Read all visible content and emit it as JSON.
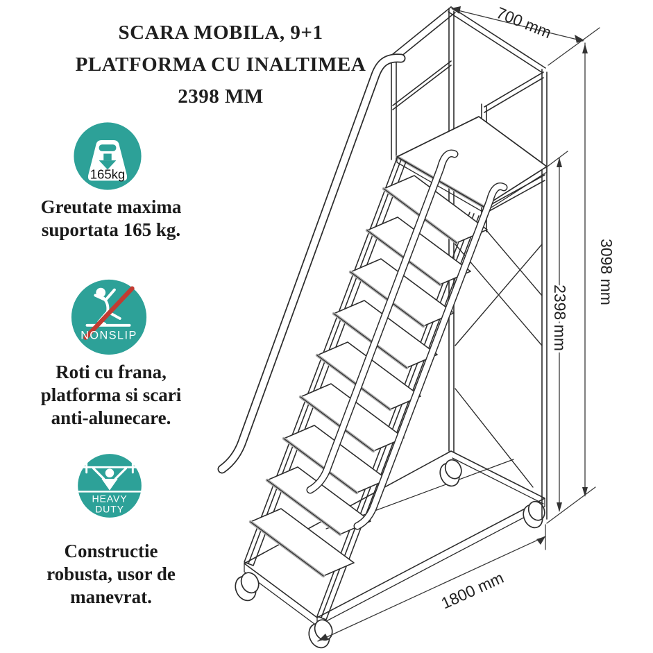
{
  "title": {
    "line1": "SCARA MOBILA, 9+1",
    "line2": "PLATFORMA CU INALTIMEA",
    "line3": "2398 MM"
  },
  "features": [
    {
      "icon": "max-load",
      "icon_label": "165kg",
      "caption": [
        "Greutate maxima",
        "suportata 165 kg."
      ]
    },
    {
      "icon": "nonslip",
      "icon_label": "NONSLIP",
      "caption": [
        "Roti cu frana,",
        "platforma si scari",
        "anti-alunecare."
      ]
    },
    {
      "icon": "heavy-duty",
      "icon_label_lines": [
        "HEAVY",
        "DUTY"
      ],
      "caption": [
        "Constructie",
        "robusta, usor de",
        "manevrat."
      ]
    }
  ],
  "dimensions": {
    "width": "700 mm",
    "total_height": "3098 mm",
    "platform_height": "2398 mm",
    "length": "1800 mm"
  },
  "colors": {
    "accent_teal": "#2DA198",
    "slash_red": "#C23B32",
    "line": "#2d2d2d",
    "nosing_gray": "#ACACAC",
    "text": "#1b1b1b"
  }
}
